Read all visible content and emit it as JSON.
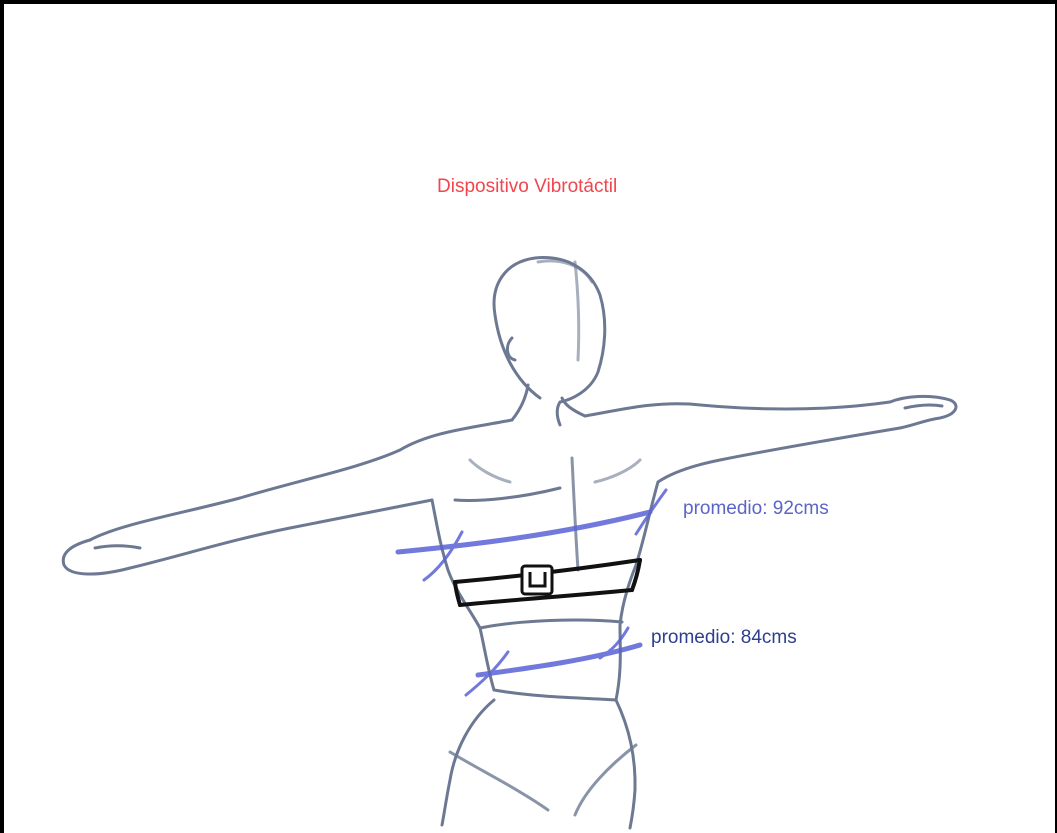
{
  "title": "Dispositivo Vibrotáctil",
  "measurements": {
    "chest": {
      "label": "promedio: 92cms"
    },
    "waist": {
      "label": "promedio: 84cms"
    }
  },
  "colors": {
    "title": "#f0464d",
    "chest_label": "#5b64c8",
    "waist_label": "#2d3f8e",
    "body_outline": "#5d6a86",
    "measure_lines": "#5a62d6",
    "strap": "#111111"
  },
  "icons": {
    "body": "human-torso-sketch-icon",
    "strap": "vibrotactile-belt-icon",
    "buckle": "belt-buckle-icon"
  }
}
